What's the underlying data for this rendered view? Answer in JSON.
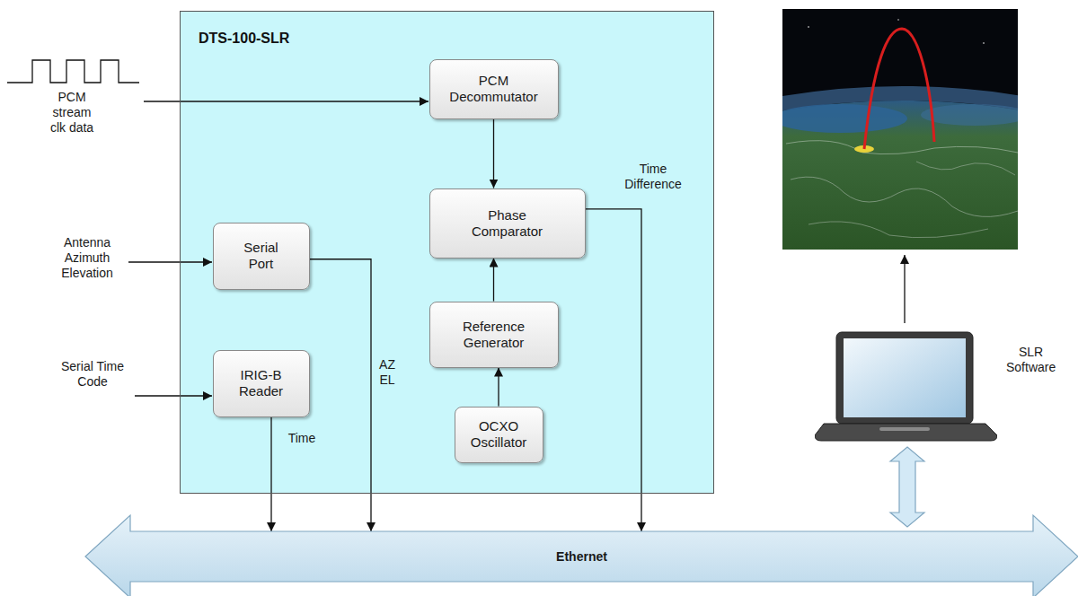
{
  "diagram": {
    "nodes": [
      {
        "text": [
          "DTS-100-SLR"
        ]
      },
      {
        "text": [
          "PCM Decommutator"
        ],
        "in": 0
      },
      {
        "text": [
          "Phase Comparator"
        ],
        "in": 0
      },
      {
        "text": [
          "Serial Port"
        ],
        "in": 0
      },
      {
        "text": [
          "Reference Generator"
        ],
        "in": 0
      },
      {
        "text": [
          "IRIG-B Reader"
        ],
        "in": 0
      },
      {
        "text": [
          "OCXO Oscillator"
        ],
        "in": 0
      },
      {
        "text": [
          "SLR Software"
        ]
      },
      {
        "text": [
          "Ethernet"
        ]
      }
    ],
    "edges": [
      {
        "from": 1,
        "to": 2,
        "arrow": "to"
      },
      {
        "from": 4,
        "to": 2,
        "arrow": "to"
      },
      {
        "from": 6,
        "to": 4,
        "arrow": "to"
      },
      {
        "from": 2,
        "to": 8,
        "arrow": "to",
        "label": "Time Difference"
      },
      {
        "from": 3,
        "to": 8,
        "arrow": "to",
        "label": "AZ EL"
      },
      {
        "from": 5,
        "to": 8,
        "arrow": "to",
        "label": "Time"
      },
      {
        "from": 7,
        "to": 8,
        "arrow": "both"
      }
    ],
    "labels": [
      "PCM stream clk data",
      "Antenna Azimuth Elevation",
      "Serial Time Code"
    ]
  }
}
